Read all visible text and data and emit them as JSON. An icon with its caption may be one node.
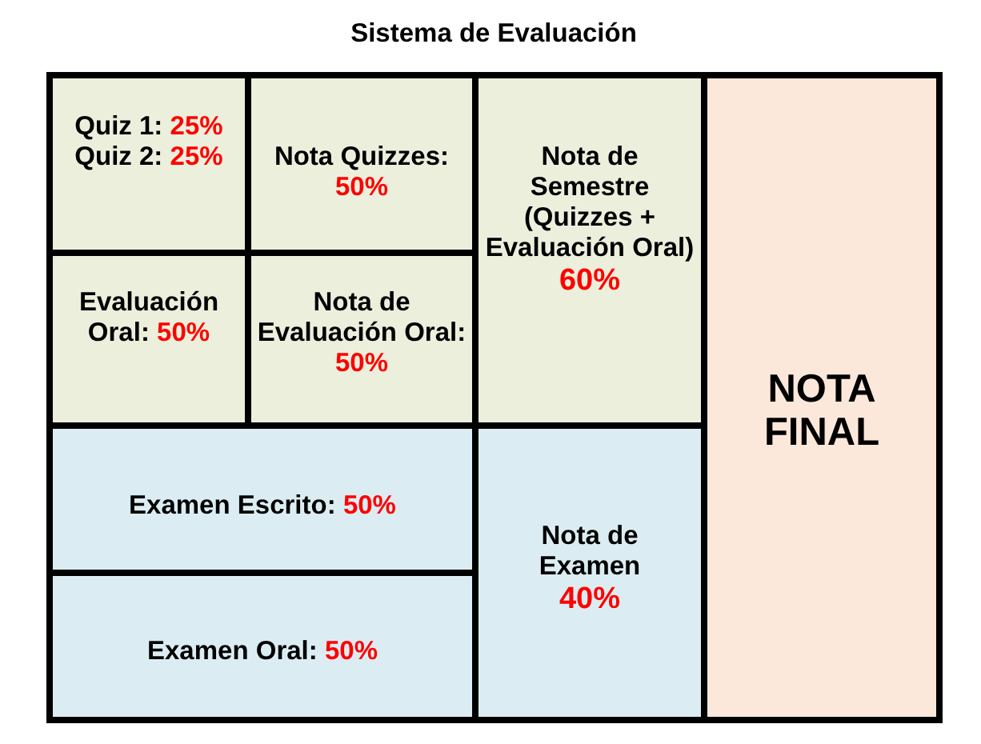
{
  "diagram": {
    "title": "Sistema de Evaluación",
    "nodes": [
      {
        "text": [
          "Quiz 1:",
          "25%",
          "Quiz 2:",
          "25%"
        ]
      },
      {
        "text": [
          "Nota Quizzes:",
          "50%"
        ]
      },
      {
        "text": [
          "Nota de Semestre (Quizzes + Evaluación Oral)",
          "60%"
        ]
      },
      {
        "text": [
          "NOTA FINAL"
        ]
      },
      {
        "text": [
          "Evaluación Oral:",
          "50%"
        ]
      },
      {
        "text": [
          "Nota de Evaluación Oral:",
          "50%"
        ]
      },
      {
        "text": [
          "Examen Escrito:",
          "50%"
        ]
      },
      {
        "text": [
          "Nota de Examen",
          "40%"
        ]
      },
      {
        "text": [
          "Examen Oral:",
          "50%"
        ]
      }
    ]
  }
}
